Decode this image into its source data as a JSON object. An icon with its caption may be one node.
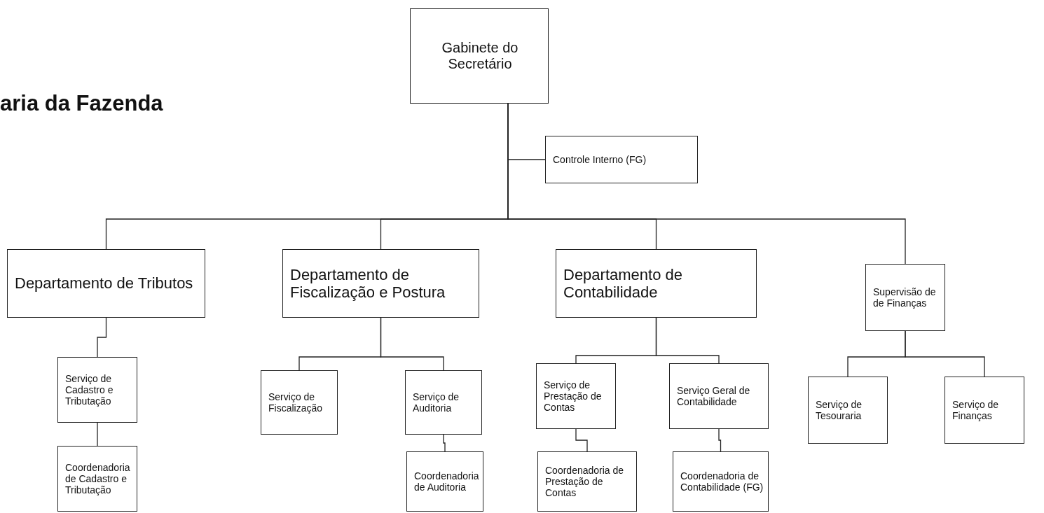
{
  "diagram": {
    "title": "aria da Fazenda",
    "nodes": [
      {
        "text": [
          "Gabinete do Secretário"
        ]
      },
      {
        "text": [
          "Controle Interno (FG)"
        ]
      },
      {
        "text": [
          "Departamento de Tributos"
        ]
      },
      {
        "text": [
          "Departamento de Fiscalização e Postura"
        ]
      },
      {
        "text": [
          "Departamento de Contabilidade"
        ]
      },
      {
        "text": [
          "Supervisão de de Finanças"
        ]
      },
      {
        "text": [
          "Serviço de Cadastro e Tributação"
        ]
      },
      {
        "text": [
          "Coordenadoria de Cadastro e Tributação"
        ]
      },
      {
        "text": [
          "Serviço de Fiscalização"
        ]
      },
      {
        "text": [
          "Serviço de Auditoria"
        ]
      },
      {
        "text": [
          "Coordenadoria de Auditoria"
        ]
      },
      {
        "text": [
          "Serviço de Prestação de Contas"
        ]
      },
      {
        "text": [
          "Serviço Geral de Contabilidade"
        ]
      },
      {
        "text": [
          "Coordenadoria de Prestação de Contas"
        ]
      },
      {
        "text": [
          "Coordenadoria de Contabilidade (FG)"
        ]
      },
      {
        "text": [
          "Serviço de Tesouraria"
        ]
      },
      {
        "text": [
          "Serviço de Finanças"
        ]
      }
    ],
    "edges": [
      {
        "from": 0,
        "to": 1,
        "arrow": "none"
      },
      {
        "from": 0,
        "to": 2,
        "arrow": "none"
      },
      {
        "from": 0,
        "to": 3,
        "arrow": "none"
      },
      {
        "from": 0,
        "to": 4,
        "arrow": "none"
      },
      {
        "from": 0,
        "to": 5,
        "arrow": "none"
      },
      {
        "from": 2,
        "to": 6,
        "arrow": "none"
      },
      {
        "from": 6,
        "to": 7,
        "arrow": "none"
      },
      {
        "from": 3,
        "to": 8,
        "arrow": "none"
      },
      {
        "from": 3,
        "to": 9,
        "arrow": "none"
      },
      {
        "from": 9,
        "to": 10,
        "arrow": "none"
      },
      {
        "from": 4,
        "to": 11,
        "arrow": "none"
      },
      {
        "from": 4,
        "to": 12,
        "arrow": "none"
      },
      {
        "from": 11,
        "to": 13,
        "arrow": "none"
      },
      {
        "from": 12,
        "to": 14,
        "arrow": "none"
      },
      {
        "from": 5,
        "to": 15,
        "arrow": "none"
      },
      {
        "from": 5,
        "to": 16,
        "arrow": "none"
      }
    ]
  }
}
